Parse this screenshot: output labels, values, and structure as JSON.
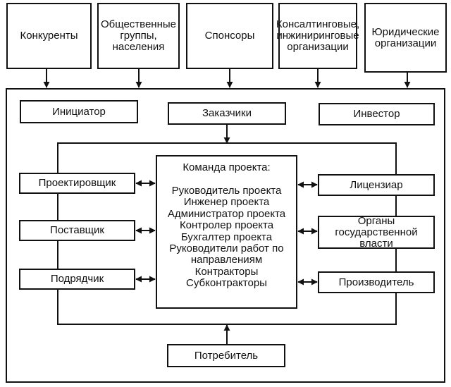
{
  "external_stakeholders": [
    {
      "id": "competitors",
      "text": "Конкуренты"
    },
    {
      "id": "public-groups",
      "text": "Общественные группы, населения"
    },
    {
      "id": "sponsors",
      "text": "Спонсоры"
    },
    {
      "id": "consulting",
      "text": "Консалтинговые, инжиниринговые организации"
    },
    {
      "id": "legal",
      "text": "Юридические организации"
    }
  ],
  "top_row": {
    "initiator": "Инициатор",
    "customers": "Заказчики",
    "investor": "Инвестор"
  },
  "left_column": {
    "designer": "Проектировщик",
    "supplier": "Поставщик",
    "contractor": "Подрядчик"
  },
  "right_column": {
    "licensor": "Лицензиар",
    "authorities": "Органы государственной власти",
    "producer": "Производитель"
  },
  "project_team": {
    "title": "Команда проекта:",
    "members": [
      "Руководитель проекта",
      "Инженер проекта",
      "Администратор проекта",
      "Контролер проекта",
      "Бухгалтер проекта",
      "Руководители работ по направлениям",
      "Контракторы",
      "Субконтракторы"
    ]
  },
  "consumer": "Потребитель"
}
